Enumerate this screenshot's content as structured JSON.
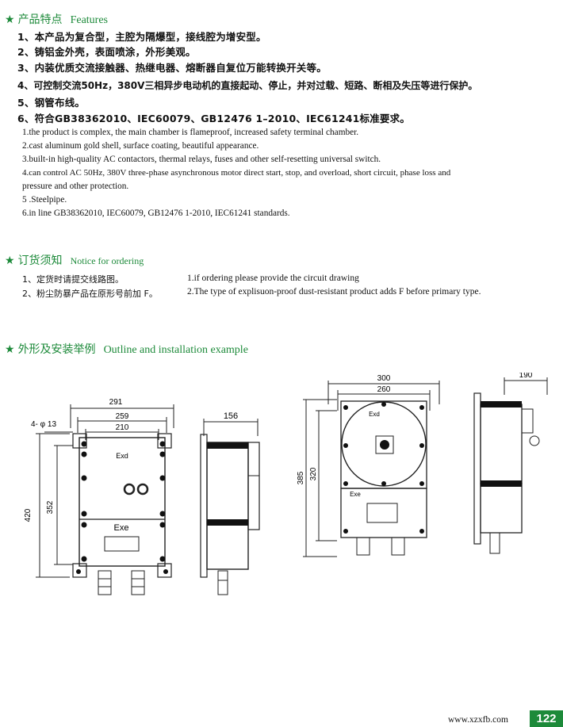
{
  "features": {
    "title_cn": "产品特点",
    "title_en": "Features",
    "cn_lines": [
      "1、本产品为复合型，主腔为隔爆型，接线腔为增安型。",
      "2、铸铝金外壳，表面喷涂，外形美观。",
      "3、内装优质交流接触器、热继电器、熔断器自复位万能转换开关等。",
      "4、可控制交流50Hz，380V三相异步电动机的直接起动、停止，并对过载、短路、断相及失压等进行保护。",
      "5、钢管布线。",
      "6、符合GB38362010、IEC60079、GB12476 1–2010、IEC61241标准要求。"
    ],
    "en_lines": [
      "1.the product is complex, the main chamber is flameproof, increased safety terminal chamber.",
      "2.cast aluminum gold shell, surface coating, beautiful appearance.",
      "3.built-in high-quality AC contactors, thermal relays, fuses and other self-resetting universal switch.",
      "4.can control AC 50Hz, 380V three-phase asynchronous motor direct start, stop, and overload, short circuit, phase loss and",
      "pressure and other protection.",
      "5 .Steelpipe.",
      "6.in line GB38362010, IEC60079, GB12476 1-2010, IEC61241 standards."
    ]
  },
  "ordering": {
    "title_cn": "订货须知",
    "title_en": "Notice for ordering",
    "cn_lines": [
      "1、定货时请提交线路图。",
      "2、粉尘防暴产品在原形号前加 F。"
    ],
    "en_lines": [
      "1.if ordering please provide the circuit drawing",
      "2.The type of explisuon-proof dust-resistant product adds F before primary type."
    ]
  },
  "outline": {
    "title_cn": "外形及安装举例",
    "title_en": "Outline and installation example",
    "drawing1": {
      "d291": "291",
      "d259": "259",
      "d210": "210",
      "hole": "4- φ 13",
      "h420": "420",
      "h352": "352",
      "exd": "Exd",
      "exe": "Exe"
    },
    "drawing2": {
      "d156": "156"
    },
    "drawing3": {
      "d300": "300",
      "d260": "260",
      "h385": "385",
      "h320": "320",
      "exd": "Exd",
      "exe": "Exe"
    },
    "drawing4": {
      "d190": "190"
    }
  },
  "footer": {
    "url": "www.xzxfb.com",
    "page": "122"
  },
  "colors": {
    "accent": "#1d8a3a"
  },
  "icons": {
    "section_marker": "star-icon"
  }
}
